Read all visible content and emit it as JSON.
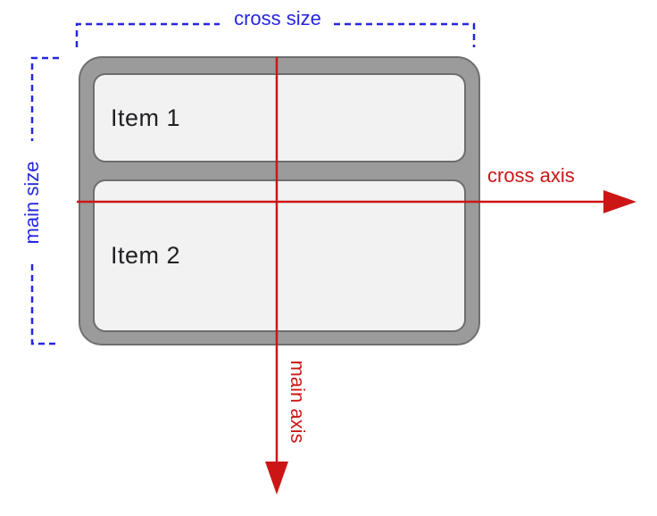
{
  "colors": {
    "axis_red": "#cc1616",
    "size_blue": "#2626e0",
    "container_fill": "#9b9b9b",
    "container_border": "#6f6f6f",
    "item_fill": "#f2f2f2",
    "item_border": "#6d6d6d",
    "item_text": "#202124",
    "background": "#ffffff"
  },
  "diagram": {
    "items": [
      {
        "label": "Item 1"
      },
      {
        "label": "Item 2"
      }
    ],
    "labels": {
      "cross_size": "cross size",
      "main_size": "main size",
      "cross_axis": "cross axis",
      "main_axis": "main axis"
    }
  }
}
